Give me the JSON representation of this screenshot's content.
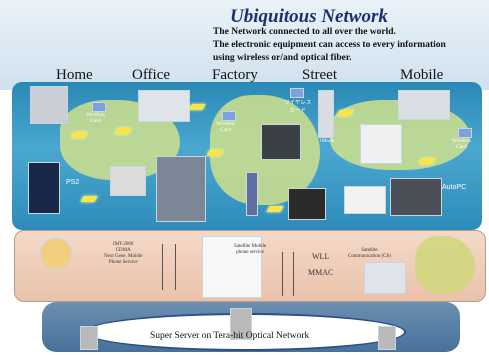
{
  "title": "Ubiquitous Network",
  "subtitle_lines": [
    "The Network connected to all over the world.",
    "The electronic equipment can access to every information",
    "using wireless or/and optical fiber."
  ],
  "categories": [
    "Home",
    "Office",
    "Factory",
    "Street",
    "Mobile"
  ],
  "labels": {
    "ps2": "PS2",
    "wireless_card": "Wireless\nCard",
    "wireless_card_jp": "ワイヤレス\nカード",
    "imode": "iMode",
    "autopc": "AutoPC",
    "wll": "WLL",
    "mmac": "MMAC",
    "imt2000": "IMT-2000\nCDMA\nNext Gene. Mobile\nPhone Service",
    "satellite_mobile": "Satellite Mobile\nphone service",
    "satellite_comm": "Satellite\nCommunication (CS)",
    "super_server": "Super Server on Tera-bit Optical Network"
  },
  "colors": {
    "title": "#1d2f73",
    "sky_band": "#2f8fbf",
    "ground_band": "#efcfbb",
    "server_band": "#557ea6",
    "bolt": "#f7e54a"
  }
}
